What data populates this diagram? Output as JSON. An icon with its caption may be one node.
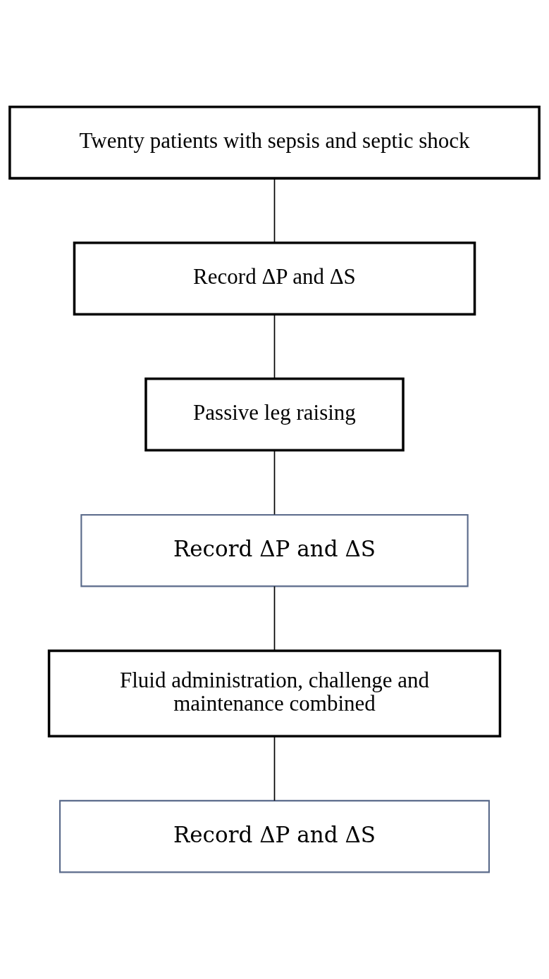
{
  "diagram": {
    "nodes": [
      {
        "text": [
          "Twenty patients with sepsis and septic shock"
        ]
      },
      {
        "text": [
          "Record ΔP and ΔS"
        ]
      },
      {
        "text": [
          "Passive leg raising"
        ]
      },
      {
        "text": [
          "Record ΔP and ΔS"
        ]
      },
      {
        "text": [
          "Fluid administration, challenge and maintenance combined"
        ]
      },
      {
        "text": [
          "Record ΔP and ΔS"
        ]
      }
    ],
    "edges": [
      {
        "from": 0,
        "to": 1,
        "arrow": "none"
      },
      {
        "from": 1,
        "to": 2,
        "arrow": "none"
      },
      {
        "from": 2,
        "to": 3,
        "arrow": "none"
      },
      {
        "from": 3,
        "to": 4,
        "arrow": "none"
      },
      {
        "from": 4,
        "to": 5,
        "arrow": "none"
      }
    ]
  }
}
